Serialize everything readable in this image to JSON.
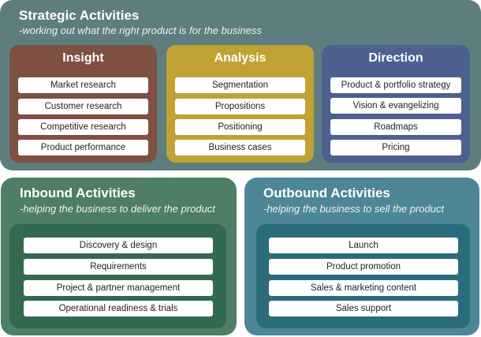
{
  "strategic": {
    "title": "Strategic Activities",
    "subtitle": "-working out what the right product is for the business",
    "color": "#5e7d7f",
    "groups": [
      {
        "title": "Insight",
        "color": "#7f4f42",
        "items": [
          "Market research",
          "Customer research",
          "Competitive  research",
          "Product performance"
        ]
      },
      {
        "title": "Analysis",
        "color": "#c0a234",
        "items": [
          "Segmentation",
          "Propositions",
          "Positioning",
          "Business cases"
        ]
      },
      {
        "title": "Direction",
        "color": "#4d6090",
        "items": [
          "Product & portfolio  strategy",
          "Vision & evangelizing",
          "Roadmaps",
          "Pricing"
        ]
      }
    ]
  },
  "inbound": {
    "title": "Inbound Activities",
    "subtitle": "-helping the business to deliver the product",
    "color": "#4e7e63",
    "inner_color": "#336a4f",
    "items": [
      "Discovery  & design",
      "Requirements",
      "Project & partner  management",
      "Operational  readiness & trials"
    ]
  },
  "outbound": {
    "title": "Outbound Activities",
    "subtitle": "-helping the business to sell the product",
    "color": "#4d8797",
    "inner_color": "#2b6c7c",
    "items": [
      "Launch",
      "Product promotion",
      "Sales & marketing content",
      "Sales support"
    ]
  }
}
